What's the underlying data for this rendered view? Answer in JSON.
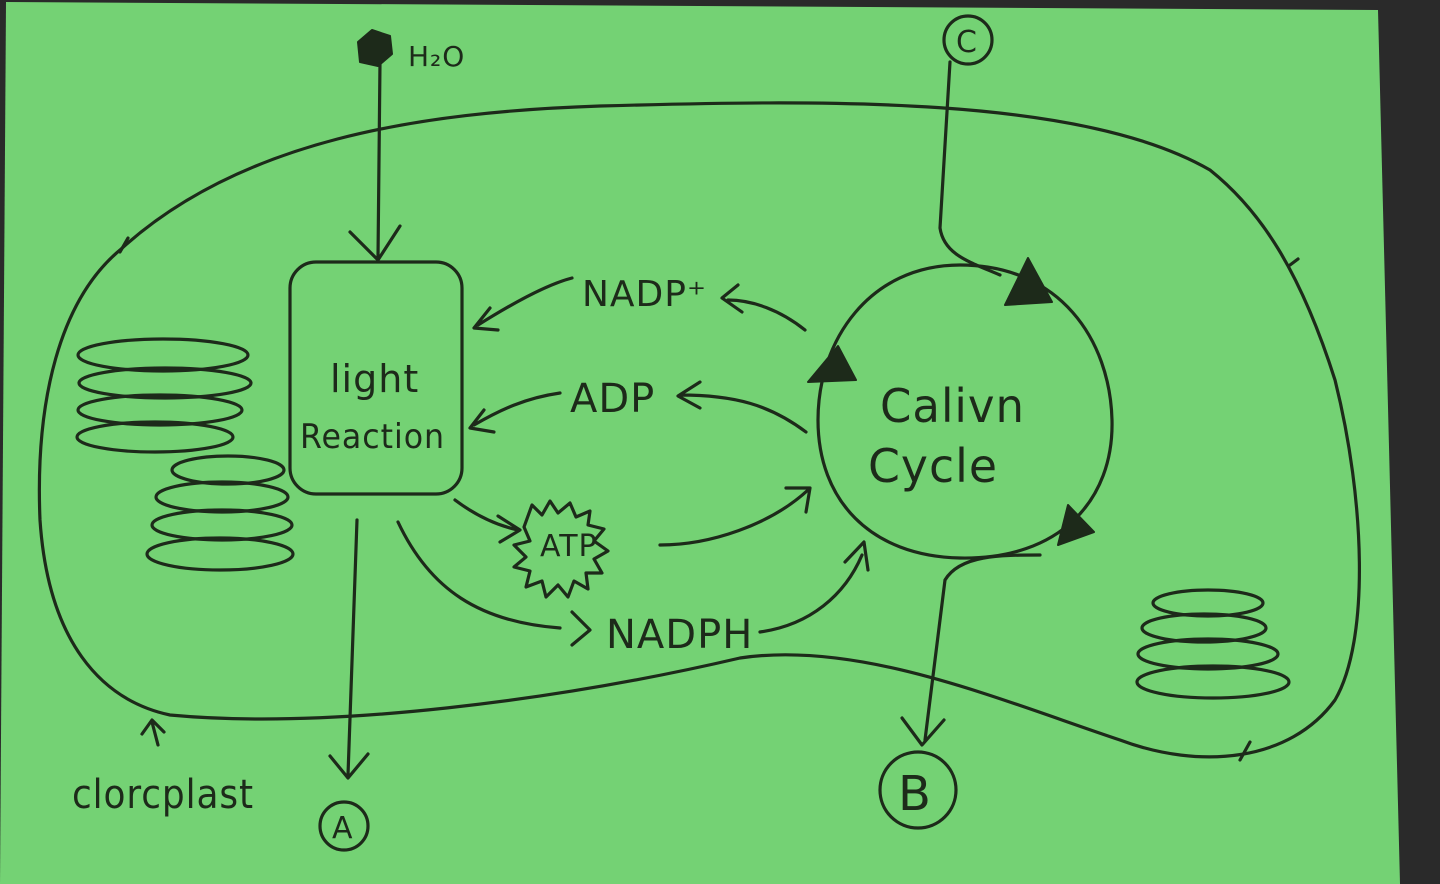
{
  "colors": {
    "paper": "#74d274",
    "paper_shadow": "#6cc96c",
    "ink": "#1d2a1a",
    "background": "#2a2a2a"
  },
  "labels": {
    "water": "H₂O",
    "light_reaction_line1": "light",
    "light_reaction_line2": "Reaction",
    "calvin_line1": "Calivn",
    "calvin_line2": "Cycle",
    "nadp_plus": "NADP⁺",
    "adp": "ADP",
    "atp": "ATP",
    "nadph": "NADPH",
    "chloroplast": "clorcplast",
    "marker_a": "A",
    "marker_b": "B",
    "marker_c": "C"
  }
}
